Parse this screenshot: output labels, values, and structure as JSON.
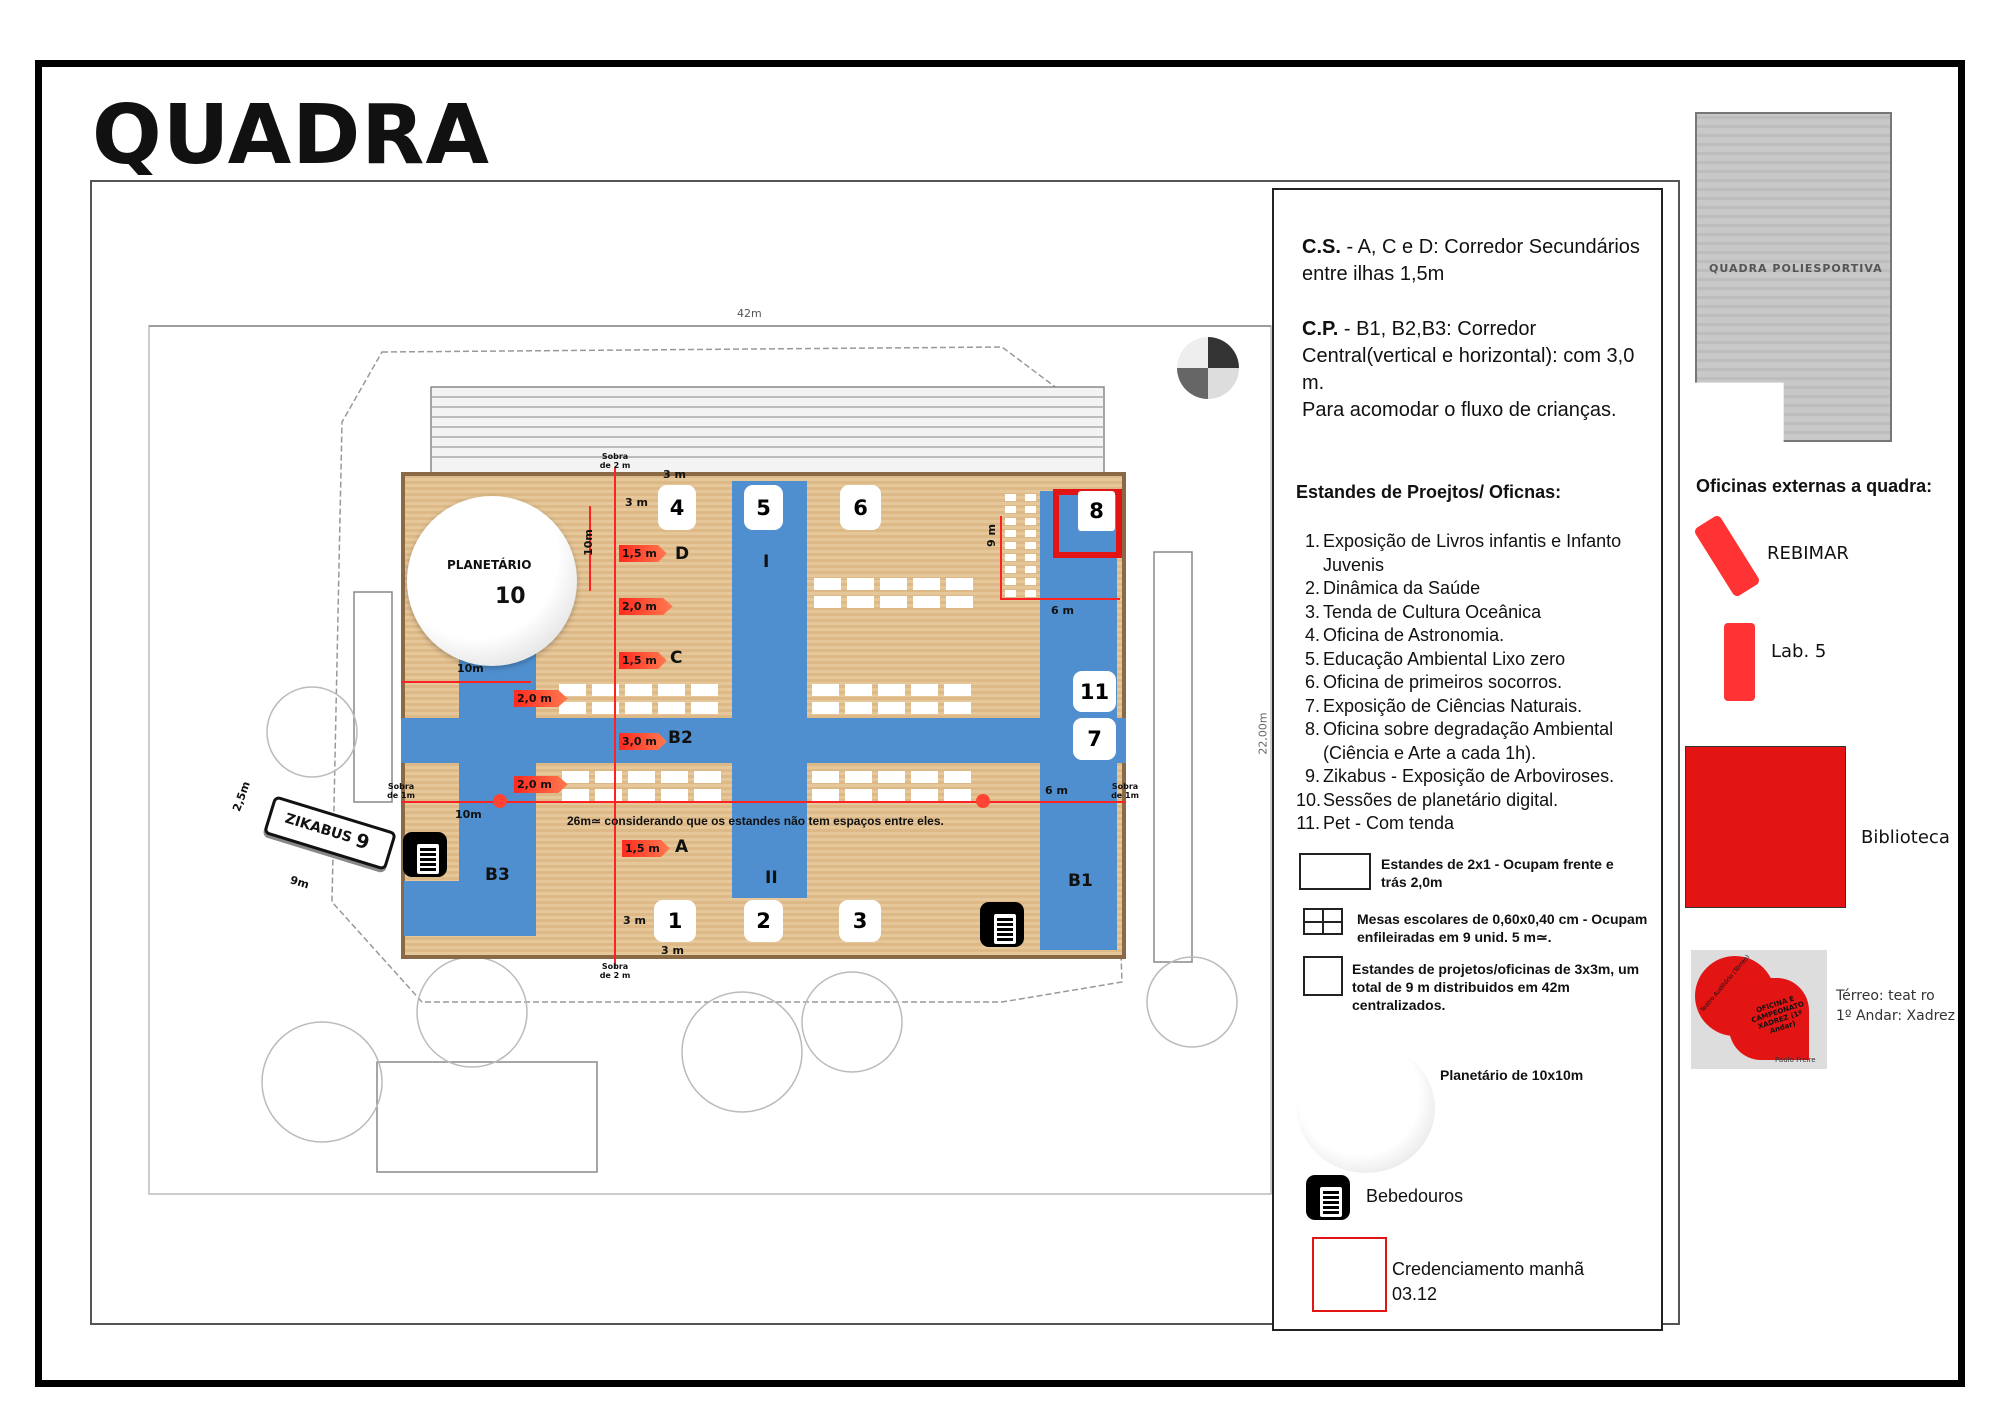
{
  "title": "QUADRA",
  "map": {
    "dim_42m": "42m",
    "planetario": "PLANETÁRIO",
    "planetario_num": "10",
    "corridors": {
      "D": "D",
      "C": "C",
      "B2": "B2",
      "A": "A",
      "I": "I",
      "II": "II",
      "B3": "B3",
      "B1": "B1"
    },
    "tags": [
      "1,5 m",
      "2,0 m",
      "1,5 m",
      "2,0 m",
      "3,0 m",
      "2,0 m",
      "1,5 m"
    ],
    "stands": [
      "1",
      "2",
      "3",
      "4",
      "5",
      "6",
      "7",
      "8",
      "11"
    ],
    "dims": {
      "three_m": "3 m",
      "ten_m": "10m",
      "nine_m": "9 m",
      "six_m": "6 m",
      "sobra_2m": "Sobra de 2 m",
      "sobra_1m": "Sobra de 1m",
      "zika_25": "2,5m",
      "zika_9": "9m",
      "side": "22,00m"
    },
    "note_26m": "26m≃  considerando que os estandes não tem espaços entre eles.",
    "zikabus": "ZIKABUS",
    "zikabus_num": "9"
  },
  "legend": {
    "cs_bold": "C.S.",
    "cs_text": " - A, C e D: Corredor Secundários entre ilhas 1,5m",
    "cp_bold": "C.P.",
    "cp_text": " - B1, B2,B3: Corredor Central(vertical e horizontal): com 3,0 m.",
    "cp_text2": "Para acomodar o fluxo de crianças.",
    "stands_heading": "Estandes de Proejtos/ Oficnas:",
    "items": [
      {
        "n": "1.",
        "t": "Exposição de Livros infantis e Infanto Juvenis"
      },
      {
        "n": "2.",
        "t": "Dinâmica da Saúde"
      },
      {
        "n": "3.",
        "t": "Tenda de Cultura Oceânica"
      },
      {
        "n": "4.",
        "t": " Oficina de Astronomia."
      },
      {
        "n": "5.",
        "t": "Educação Ambiental Lixo zero"
      },
      {
        "n": "6.",
        "t": "Oficina de primeiros socorros."
      },
      {
        "n": "7.",
        "t": "Exposição de Ciências Naturais."
      },
      {
        "n": "8.",
        "t": "Oficina sobre degradação Ambiental (Ciência e Arte a cada 1h)."
      },
      {
        "n": "9.",
        "t": "Zikabus - Exposição de Arboviroses."
      },
      {
        "n": "10.",
        "t": "Sessões de planetário digital."
      },
      {
        "n": "11.",
        "t": "Pet - Com tenda"
      }
    ],
    "key_2x1": "Estandes de 2x1 - Ocupam frente e trás 2,0m",
    "key_mesas": "Mesas escolares de 0,60x0,40 cm - Ocupam enfileiradas em 9 unid. 5 m≃.",
    "key_3x3": "Estandes de projetos/oficinas de 3x3m, um total de 9 m distribuidos em 42m centralizados.",
    "key_planetario": "Planetário de 10x10m",
    "key_bebedouros": "Bebedouros",
    "key_credenciamento": "Credenciamento manhã 03.12"
  },
  "external": {
    "quadra_poli": "QUADRA  POLIESPORTIVA",
    "heading": "Oficinas externas a quadra:",
    "rebimar": "REBIMAR",
    "lab5": "Lab. 5",
    "biblioteca": "Biblioteca",
    "teatro_label": "Teatro Auditório (Térreo)",
    "xadrez_label": "OFICINA E CAMPEONATO XADREZ (1º Andar)",
    "paulo_freire": "Paulo Freire",
    "terreo": "Térreo: teat ro",
    "andar": "1º Andar: Xadrez"
  },
  "colors": {
    "corridor": "#4f8fcf",
    "red": "#e31414",
    "floor": "#e0bf8f"
  }
}
